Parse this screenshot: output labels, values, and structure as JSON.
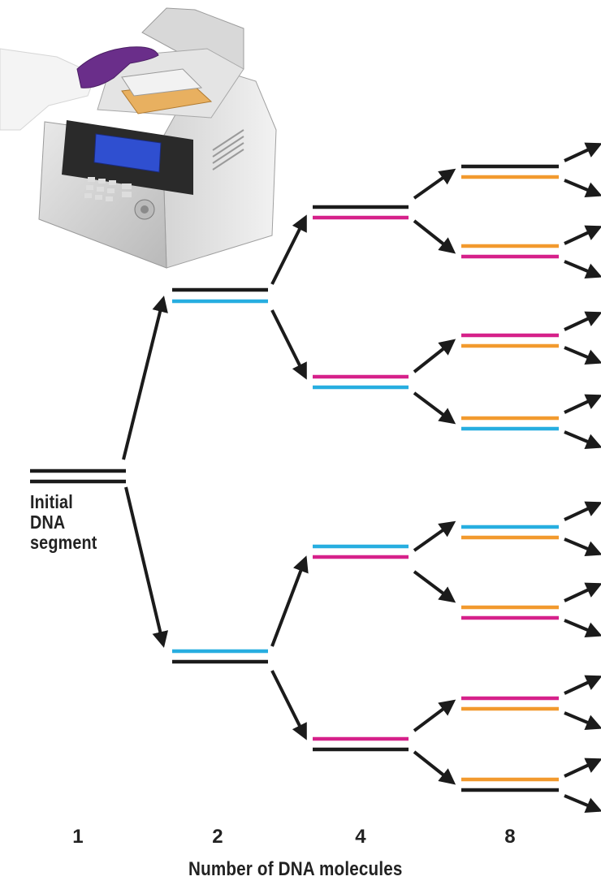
{
  "initial_label_lines": [
    "Initial",
    "DNA",
    "segment"
  ],
  "molecule_counts": [
    "1",
    "2",
    "4",
    "8"
  ],
  "axis_title": "Number of DNA molecules",
  "colors": {
    "original_strand": "#1b1b1b",
    "cycle1_strand": "#27aee0",
    "cycle2_strand": "#d6218a",
    "cycle3_strand": "#f29a2e",
    "arrow": "#1b1b1b"
  },
  "icons": [
    "pcr-thermocycler-machine"
  ]
}
